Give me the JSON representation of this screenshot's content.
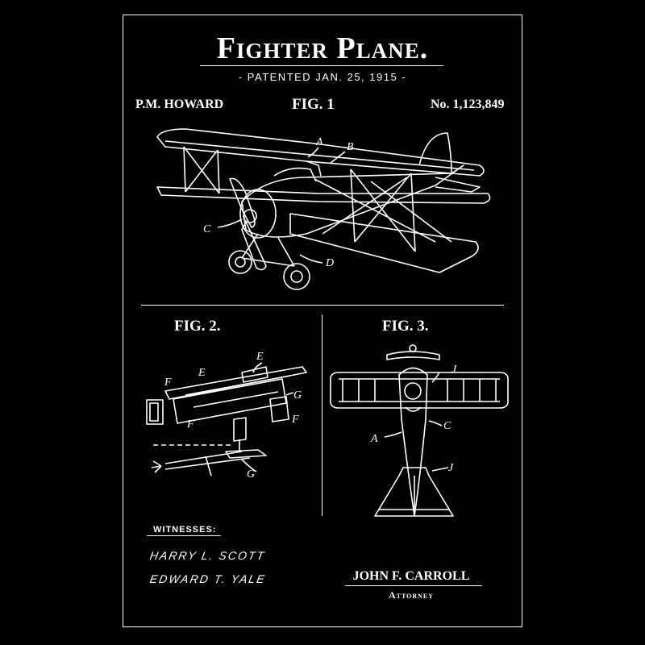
{
  "title": "Fighter Plane.",
  "subtitle": "- PATENTED JAN. 25, 1915 -",
  "inventor": "P.M. HOWARD",
  "patent_number": "No. 1,123,849",
  "figures": {
    "fig1": {
      "label": "FIG. 1",
      "callouts": [
        "A",
        "B",
        "C",
        "D"
      ]
    },
    "fig2": {
      "label": "FIG. 2.",
      "callouts": [
        "E",
        "E",
        "F",
        "F",
        "F",
        "G",
        "G"
      ]
    },
    "fig3": {
      "label": "FIG. 3.",
      "callouts": [
        "J",
        "C",
        "A",
        "J"
      ]
    }
  },
  "witnesses": {
    "label": "WITNESSES:",
    "names": [
      "Harry L. Scott",
      "Edward T. Yale"
    ]
  },
  "attorney": {
    "name": "JOHN F. CARROLL",
    "role": "Attorney"
  },
  "colors": {
    "background": "#000000",
    "ink": "#ffffff"
  }
}
